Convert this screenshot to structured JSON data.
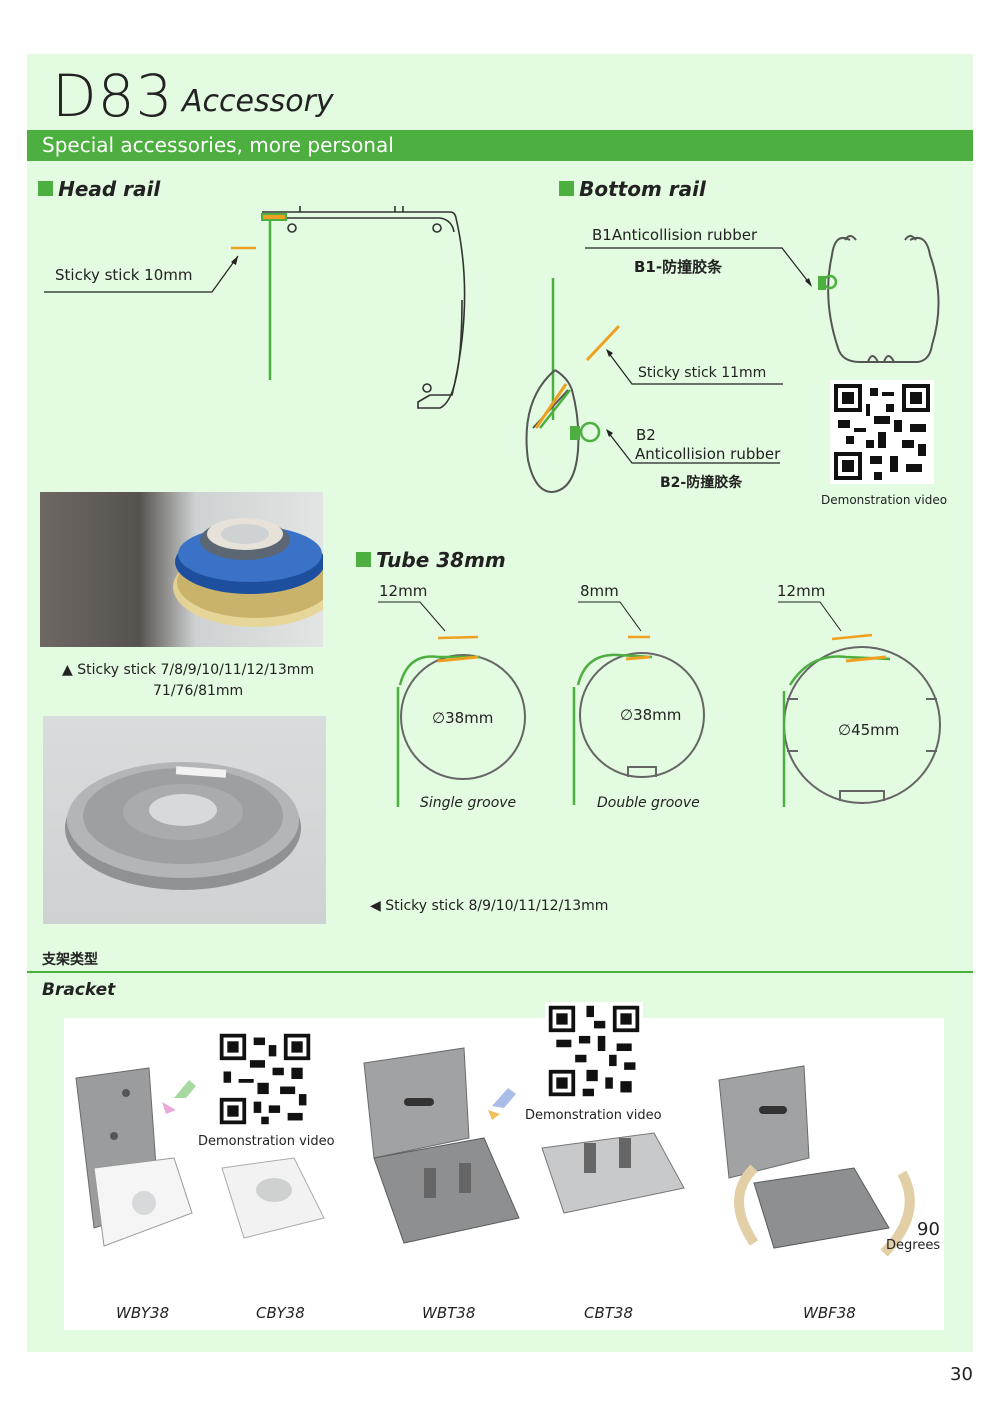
{
  "header": {
    "model": "D83",
    "subtitle": "Accessory",
    "band_text": "Special accessories, more personal"
  },
  "head_rail": {
    "title": "Head rail",
    "sticky_label": "Sticky stick 10mm"
  },
  "bottom_rail": {
    "title": "Bottom rail",
    "b1_label": "B1Anticollision rubber",
    "b1_cn": "B1-防撞胶条",
    "sticky_label": "Sticky stick 11mm",
    "b2_label_line1": "B2",
    "b2_label_line2": "Anticollision rubber",
    "b2_cn": "B2-防撞胶条",
    "qr_caption": "Demonstration video"
  },
  "photos": {
    "caption1_line1": "▲ Sticky stick 7/8/9/10/11/12/13mm",
    "caption1_line2": "71/76/81mm",
    "caption2": "◀ Sticky stick 8/9/10/11/12/13mm"
  },
  "tube": {
    "title": "Tube 38mm",
    "items": [
      {
        "size_label": "12mm",
        "diameter": "∅38mm",
        "groove": "Single groove"
      },
      {
        "size_label": "8mm",
        "diameter": "∅38mm",
        "groove": "Double groove"
      },
      {
        "size_label": "12mm",
        "diameter": "∅45mm",
        "groove": ""
      }
    ]
  },
  "bracket": {
    "title_cn": "支架类型",
    "title_en": "Bracket",
    "qr_caption_1": "Demonstration video",
    "qr_caption_2": "Demonstration video",
    "rotation_value": "90",
    "rotation_unit": "Degrees",
    "models": [
      "WBY38",
      "CBY38",
      "WBT38",
      "CBT38",
      "WBF38"
    ]
  },
  "page_number": "30",
  "colors": {
    "panel": "#e3fbe0",
    "accent_green": "#4caf3f",
    "sticky_orange": "#f0a020"
  }
}
